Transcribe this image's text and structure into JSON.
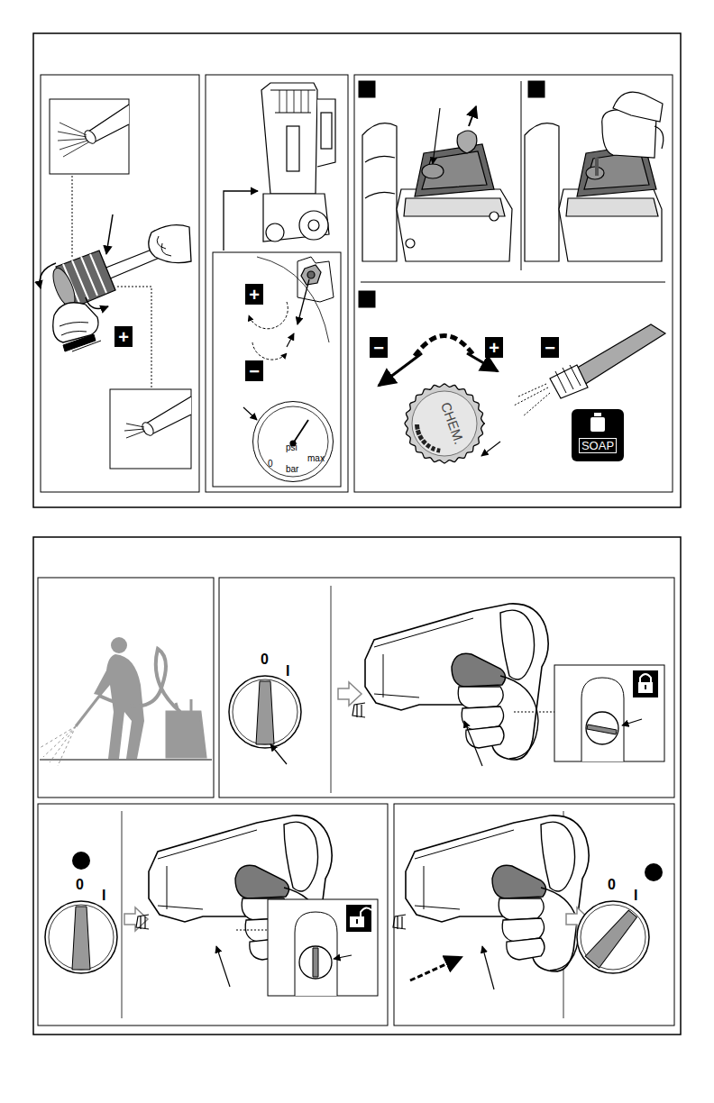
{
  "diagram": {
    "nodes": [
      {
        "text": [
          "+"
        ]
      },
      {
        "text": [
          "+"
        ]
      },
      {
        "text": [
          "−"
        ]
      },
      {
        "text": [
          "−"
        ]
      },
      {
        "text": [
          "+"
        ]
      },
      {
        "text": [
          "−"
        ]
      },
      {
        "text": [
          "psi",
          "0",
          "max",
          "bar"
        ]
      },
      {
        "text": [
          "CHEM."
        ]
      },
      {
        "text": [
          "SOAP"
        ]
      }
    ],
    "labels": [
      "0",
      "I",
      "0",
      "I",
      "0",
      "I"
    ]
  }
}
